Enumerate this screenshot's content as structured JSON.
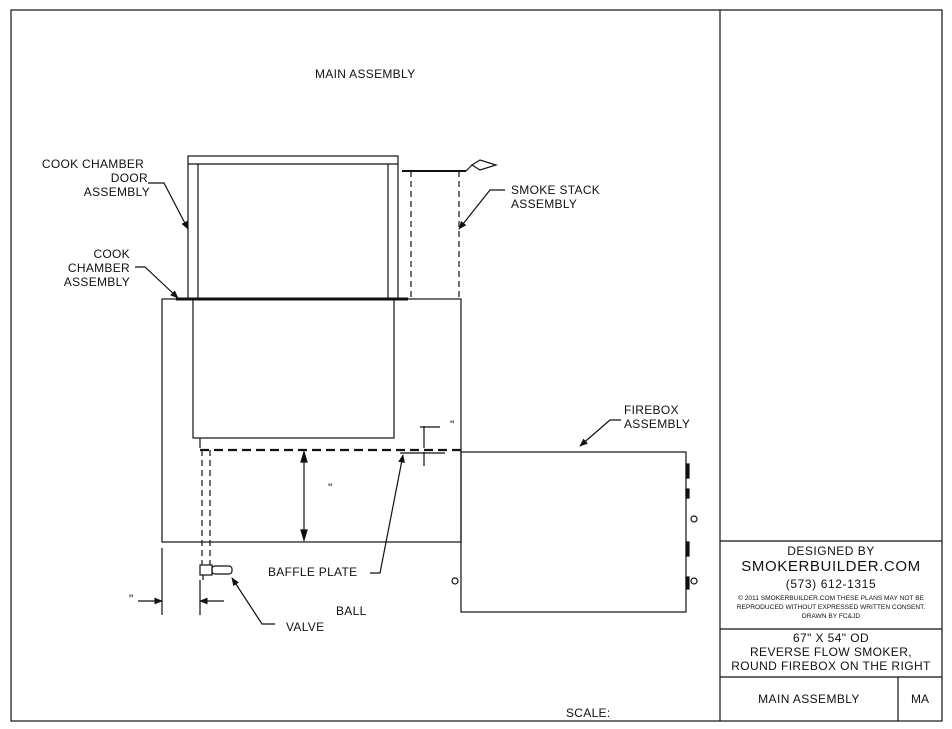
{
  "title": "MAIN ASSEMBLY",
  "labels": {
    "door_line1": "COOK CHAMBER",
    "door_line2": "DOOR",
    "door_line3": "ASSEMBLY",
    "cook_line1": "COOK",
    "cook_line2": "CHAMBER",
    "cook_line3": "ASSEMBLY",
    "stack_line1": "SMOKE STACK",
    "stack_line2": "ASSEMBLY",
    "firebox_line1": "FIREBOX",
    "firebox_line2": "ASSEMBLY",
    "baffle": "BAFFLE PLATE",
    "ball": "BALL",
    "valve": "VALVE",
    "scale": "SCALE:",
    "dim_inch_top": "\"",
    "dim_inch_mid": "\"",
    "dim_inch_bottom": "\""
  },
  "title_block": {
    "designed_by": "DESIGNED BY",
    "website": "SMOKERBUILDER.COM",
    "phone": "(573)  612-1315",
    "copyright_line1": "©  2011  SMOKERBUILDER.COM  THESE PLANS MAY NOT BE",
    "copyright_line2": "REPRODUCED WITHOUT EXPRESSED WRITTEN CONSENT.",
    "drawn_by": "DRAWN BY FC&JD",
    "desc_line1": "67\"  X  54\"  OD",
    "desc_line2": "REVERSE FLOW SMOKER,",
    "desc_line3": "ROUND FIREBOX ON THE RIGHT",
    "sheet_title": "MAIN ASSEMBLY",
    "sheet_code": "MA"
  }
}
